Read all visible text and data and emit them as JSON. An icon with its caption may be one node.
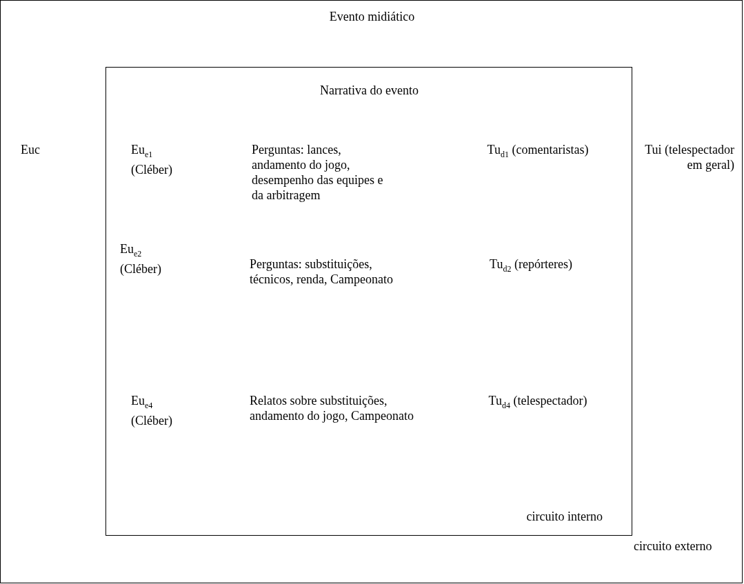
{
  "diagram": {
    "nodes": [
      {
        "text": [
          "Evento midiático",
          "circuito externo"
        ]
      },
      {
        "text": [
          "Narrativa do evento",
          "circuito interno"
        ],
        "in": 0
      }
    ],
    "labels": [
      "Euc",
      "Eu$_{e1}$ (Cléber)",
      "Perguntas: lances, andamento do jogo, desempenho das equipes e da arbitragem",
      "Tu$_{d1}$ (comentaristas)",
      "Tui (telespectador em geral)",
      "Eu$_{e2}$ (Cléber)",
      "Perguntas: substituições, técnicos, renda, Campeonato",
      "Tu$_{d2}$ (repórteres)",
      "Eu$_{e4}$ (Cléber)",
      "Relatos sobre substituições, andamento do jogo, Campeonato",
      "Tu$_{d4}$ (telespectador)"
    ]
  }
}
